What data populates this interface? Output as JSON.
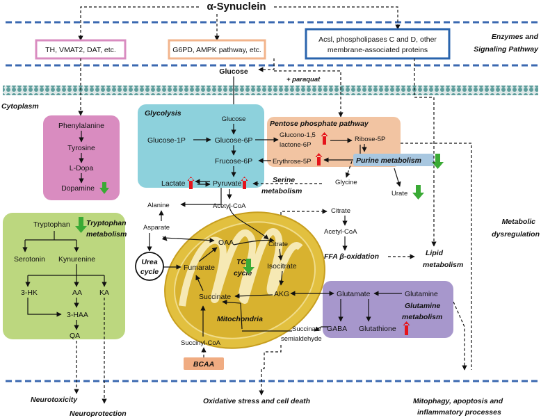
{
  "title": "α-Synuclein",
  "enzymes_label": [
    "Enzymes and",
    "Signaling Pathway"
  ],
  "box_th": "TH, VMAT2, DAT, etc.",
  "box_g6pd": "G6PD, AMPK pathway, etc.",
  "box_acsl": [
    "Acsl, phospholipases C and D, other",
    "membrane-associated proteins"
  ],
  "glucose": "Glucose",
  "paraquat": "+ paraquat",
  "cytoplasm": "Cytoplasm",
  "dopamine_panel": {
    "phenylalanine": "Phenylalanine",
    "tyrosine": "Tyrosine",
    "ldopa": "L-Dopa",
    "dopamine": "Dopamine"
  },
  "glycolysis": {
    "title": "Glycolysis",
    "glucose": "Glucose",
    "glucose1p": "Glucose-1P",
    "glucose6p": "Glucose-6P",
    "fructose6p": "Frucose-6P",
    "lactate": "Lactate",
    "pyruvate": "Pyruvate"
  },
  "ppp": {
    "title": "Pentose phosphate pathway",
    "glucono": [
      "Glucono-1,5",
      "lactone-6P"
    ],
    "ribose": "Ribose-5P",
    "erythrose": "Erythrose-5P",
    "purine": "Purine metabolism"
  },
  "serine": [
    "Serine",
    "metabolism"
  ],
  "glycine": "Glycine",
  "urate": "Urate",
  "alanine": "Alanine",
  "acetylcoa_mid": "Acetyl-CoA",
  "asparate": "Asparate",
  "citrate_top": "Citrate",
  "acetylcoa_right": "Acetyl-CoA",
  "ffa": "FFA β-oxidation",
  "lipid": [
    "Lipid",
    "metabolism"
  ],
  "metabolic": [
    "Metabolic",
    "dysregulation"
  ],
  "tryptophan_panel": {
    "tryptophan": "Tryptophan",
    "title": [
      "Tryptophan",
      "metabolism"
    ],
    "serotonin": "Serotonin",
    "kynurenine": "Kynurenine",
    "hk": "3-HK",
    "aa": "AA",
    "ka": "KA",
    "haa": "3-HAA",
    "qa": "QA"
  },
  "urea": [
    "Urea",
    "cycle"
  ],
  "tca": {
    "oaa": "OAA",
    "citrate": "Citrate",
    "isocitrate": "Isocitrate",
    "akg": "AKG",
    "succinate": "Succinate",
    "fumarate": "Fumarate",
    "label": [
      "TCA",
      "cycle"
    ],
    "mito": "Mitochondria"
  },
  "succinyl": "Succinyl-CoA",
  "bcaa": "BCAA",
  "glutamate_panel": {
    "glutamate": "Glutamate",
    "glutamine": "Glutamine",
    "title": [
      "Glutamine",
      "metabolism"
    ],
    "gaba": "GABA",
    "glutathione": "Glutathione"
  },
  "ssa": [
    "Succinate",
    "semialdehyde"
  ],
  "bottom": {
    "neurotox": "Neurotoxicity",
    "neuroprot": "Neuroprotection",
    "oxidative": "Oxidative stress and cell death",
    "mitophagy": [
      "Mitophagy, apoptosis and",
      "inflammatory processes"
    ]
  },
  "colors": {
    "pink": "#d98cc0",
    "cyan": "#8dd1dc",
    "peach": "#f2c4a2",
    "green": "#bcd77f",
    "purple": "#a797cc",
    "mito": "#e2c03f",
    "sep": "#3a68b0",
    "bcaa": "#f0ac82"
  }
}
